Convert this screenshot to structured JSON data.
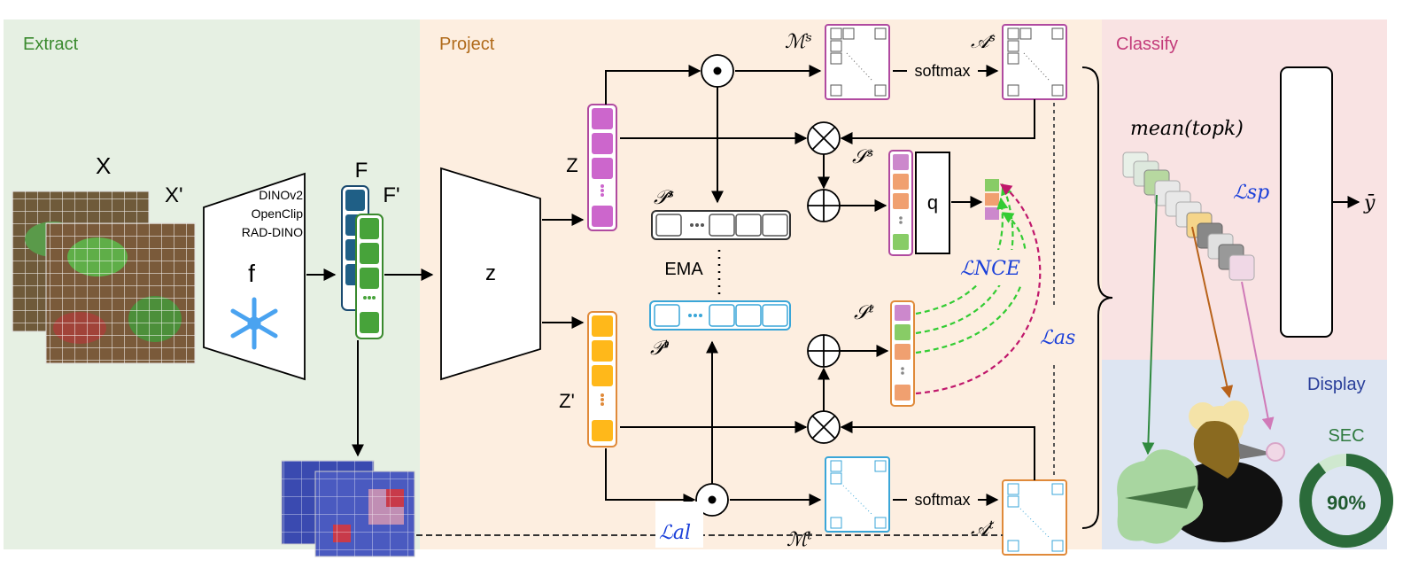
{
  "sections": {
    "extract": "Extract",
    "project": "Project",
    "classify": "Classify",
    "display": "Display"
  },
  "inputs": {
    "x": "X",
    "x_prime": "X'"
  },
  "backbone": {
    "models": [
      "DINOv2",
      "OpenClip",
      "RAD-DINO"
    ],
    "f_label": "f",
    "frozen_icon": "snowflake-icon"
  },
  "features": {
    "f": "F",
    "f_prime": "F'"
  },
  "projector": {
    "label": "z"
  },
  "embeddings": {
    "z": "Z",
    "z_prime": "Z'"
  },
  "prototypes": {
    "ps": "𝒫ˢ",
    "pt": "𝒫ᵗ",
    "ema": "EMA"
  },
  "matrices": {
    "ms": "ℳˢ",
    "as": "𝒜ˢ",
    "mt": "ℳᵗ",
    "at": "𝒜ᵗ",
    "softmax_top": "softmax",
    "softmax_bottom": "softmax"
  },
  "scores": {
    "ss": "𝒮ˢ",
    "st": "𝒮ᵗ",
    "q": "q"
  },
  "losses": {
    "nce": "ℒNCE",
    "as": "ℒas",
    "al": "ℒal",
    "sp": "ℒsp"
  },
  "classify": {
    "mean_topk": "mean(topk)",
    "y_hat": "ȳ"
  },
  "display": {
    "sec_label": "SEC",
    "sec_value": "90%",
    "sec_fraction": 0.9
  },
  "colors": {
    "extract_bg": "#e6f0e3",
    "project_bg": "#fdeee0",
    "classify_bg": "#f9e3e3",
    "display_bg": "#dde5f2",
    "green": "#3a9a3a",
    "magenta": "#c33b8a",
    "orange": "#e08a3a",
    "blue": "#1a3fd9"
  }
}
